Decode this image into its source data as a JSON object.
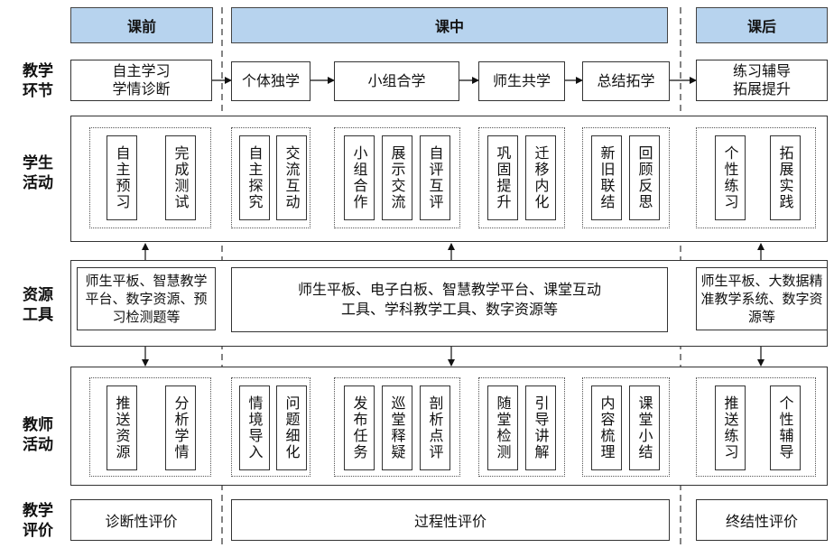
{
  "headers": {
    "pre": "课前",
    "mid": "课中",
    "post": "课后"
  },
  "row_labels": {
    "steps": "教学\n环节",
    "student": "学生\n活动",
    "resources": "资源\n工具",
    "teacher": "教师\n活动",
    "evaluation": "教学\n评价"
  },
  "steps": {
    "pre": "自主学习\n学情诊断",
    "mid": [
      "个体独学",
      "小组合学",
      "师生共学",
      "总结拓学"
    ],
    "post": "练习辅导\n拓展提升"
  },
  "student_activities": {
    "pre": [
      "自主预习",
      "完成测试"
    ],
    "mid": [
      [
        "自主探究",
        "交流互动"
      ],
      [
        "小组合作",
        "展示交流",
        "自评互评"
      ],
      [
        "巩固提升",
        "迁移内化"
      ],
      [
        "新旧联结",
        "回顾反思"
      ]
    ],
    "post": [
      "个性练习",
      "拓展实践"
    ]
  },
  "resources": {
    "pre": "师生平板、智慧教学平台、数字资源、预习检测题等",
    "mid": "师生平板、电子白板、智慧教学平台、课堂互动工具、学科教学工具、数字资源等",
    "post": "师生平板、大数据精准教学系统、数字资源等"
  },
  "teacher_activities": {
    "pre": [
      "推送资源",
      "分析学情"
    ],
    "mid": [
      [
        "情境导入",
        "问题细化"
      ],
      [
        "发布任务",
        "巡堂释疑",
        "剖析点评"
      ],
      [
        "随堂检测",
        "引导讲解"
      ],
      [
        "内容梳理",
        "课堂小结"
      ]
    ],
    "post": [
      "推送练习",
      "个性辅导"
    ]
  },
  "evaluation": {
    "pre": "诊断性评价",
    "mid": "过程性评价",
    "post": "终结性评价"
  }
}
